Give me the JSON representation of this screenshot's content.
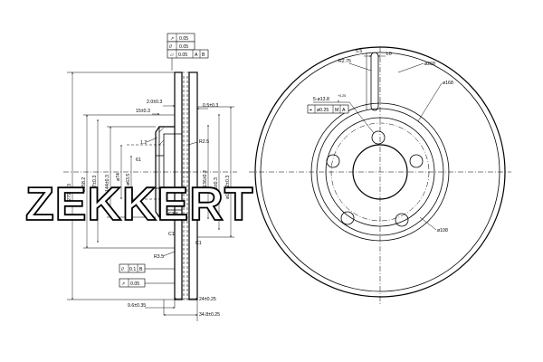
{
  "tolerance_frame_top": {
    "runout": "0.05",
    "parallelism": "0.05",
    "flatness": "0.05",
    "datum_a": "A",
    "datum_b": "B"
  },
  "tolerance_frame_bottom": {
    "parallelism": "0.1",
    "datum": "B",
    "runout": "0.05"
  },
  "section_view": {
    "outer_diameter": "ø279±0.3",
    "d_158_2": "ø158.2",
    "d_146_7": "ø146.7±0.3",
    "d_144": "ø144±0.3",
    "d_74": "ø74",
    "d_63_5": "ø63.5",
    "d_136": "ø136±0.2",
    "d_143": "ø143±0.3",
    "d_159_2": "ø159.2±0.3",
    "thickness_2": "2.0±0.3",
    "width_15": "15±0.3",
    "width_0_5": "0.5±0.3",
    "radius_r2_5": "R2.5",
    "chamfer_1_2": "1.2",
    "r_61": "61",
    "c3_5": "C3.5",
    "c1_left": "C1",
    "c1_right": "C1",
    "r3_5": "R3.5",
    "w_9_6": "9.6±0.35",
    "w_24": "24±0.25",
    "w_34_8": "34.8±0.25"
  },
  "front_view": {
    "slot_5_5": "5.5",
    "slot_l0": "L0",
    "r2_75": "R2.75",
    "d_268": "ø268",
    "d_168": "ø168",
    "holes": "5-ø13.8",
    "holes_tol_sup": "+0.25",
    "holes_tol_sub": "0",
    "position_tol": "ø0.25",
    "datum_m": "M",
    "datum_a": "A",
    "d_108": "ø108"
  },
  "watermark": "ZEKKERT"
}
